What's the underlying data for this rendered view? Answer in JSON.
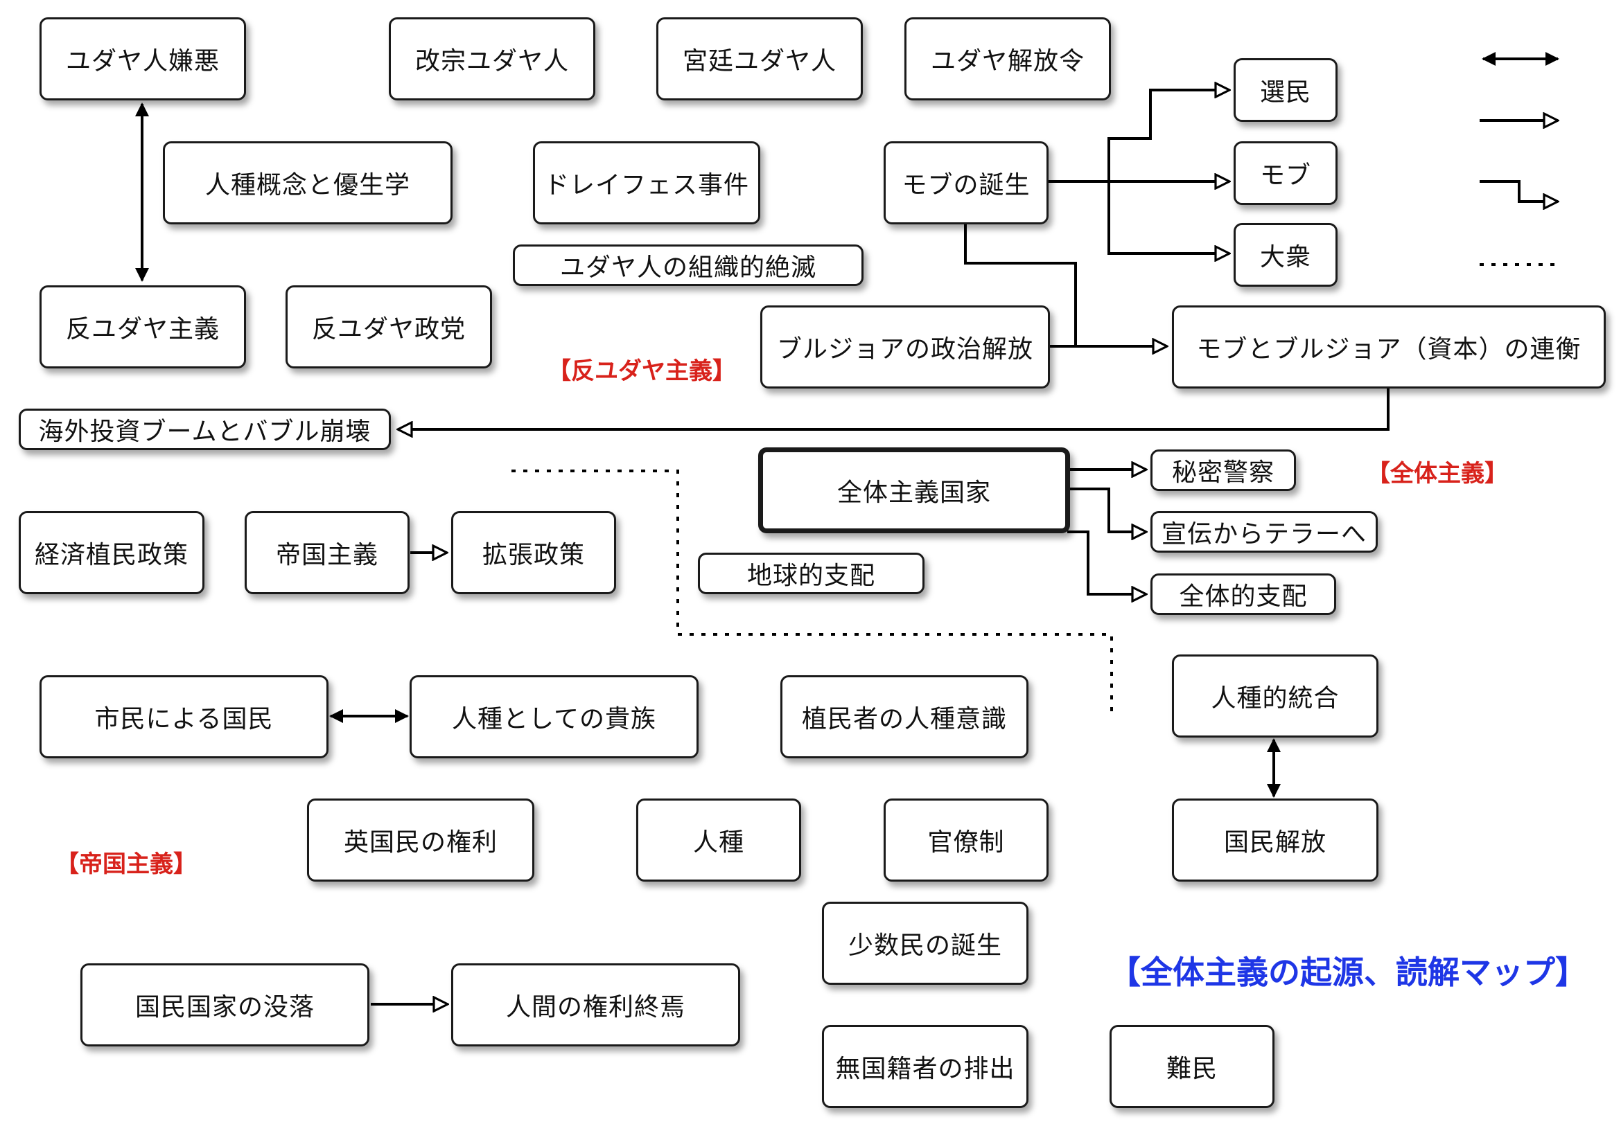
{
  "nodes": {
    "jew_hatred": "ユダヤ人嫌悪",
    "converted_jews": "改宗ユダヤ人",
    "court_jews": "宮廷ユダヤ人",
    "emancipation_edict": "ユダヤ解放令",
    "race_eugenics": "人種概念と優生学",
    "dreyfus": "ドレイフェス事件",
    "extermination": "ユダヤ人の組織的絶滅",
    "mob_birth": "モブの誕生",
    "chosen_people": "選民",
    "mob": "モブ",
    "masses": "大衆",
    "antisemitism": "反ユダヤ主義",
    "antisemitic_party": "反ユダヤ政党",
    "bourgeois_emancipation": "ブルジョアの政治解放",
    "mob_bourgeois_alliance": "モブとブルジョア（資本）の連衡",
    "bubble": "海外投資ブームとバブル崩壊",
    "totalitarian_state": "全体主義国家",
    "secret_police": "秘密警察",
    "propaganda_terror": "宣伝からテラーへ",
    "total_domination": "全体的支配",
    "economic_colonial": "経済植民政策",
    "imperialism": "帝国主義",
    "expansion": "拡張政策",
    "global_domination": "地球的支配",
    "civic_nation": "市民による国民",
    "race_aristocracy": "人種としての貴族",
    "colonist_race": "植民者の人種意識",
    "racial_integration": "人種的統合",
    "national_liberation": "国民解放",
    "english_rights": "英国民の権利",
    "race": "人種",
    "bureaucracy": "官僚制",
    "minorities": "少数民の誕生",
    "nation_state_decline": "国民国家の没落",
    "end_human_rights": "人間の権利終焉",
    "stateless": "無国籍者の排出",
    "refugees": "難民"
  },
  "section_labels": {
    "antisemitism": "【反ユダヤ主義】",
    "totalitarianism": "【全体主義】",
    "imperialism": "【帝国主義】",
    "map_title": "【全体主義の起源、読解マップ】"
  },
  "colors": {
    "section_label": "#d8221b",
    "map_title": "#1e36e6"
  }
}
